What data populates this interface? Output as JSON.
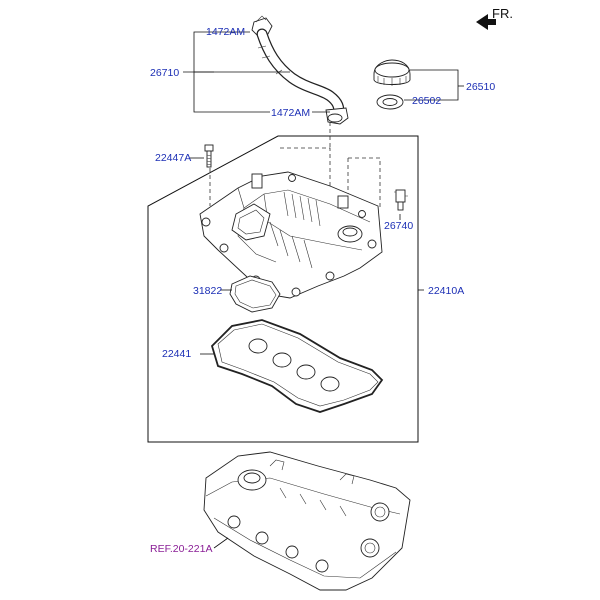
{
  "direction_label": "FR.",
  "labels": {
    "clip_top": "1472AM",
    "hose": "26710",
    "clip_bottom": "1472AM",
    "cap": "26510",
    "cap_gasket": "26502",
    "bolt": "22447A",
    "pcv_valve": "26740",
    "cover_assembly": "22410A",
    "plug_seal": "31822",
    "cover_gasket": "22441",
    "reference": "REF.20-221A"
  }
}
